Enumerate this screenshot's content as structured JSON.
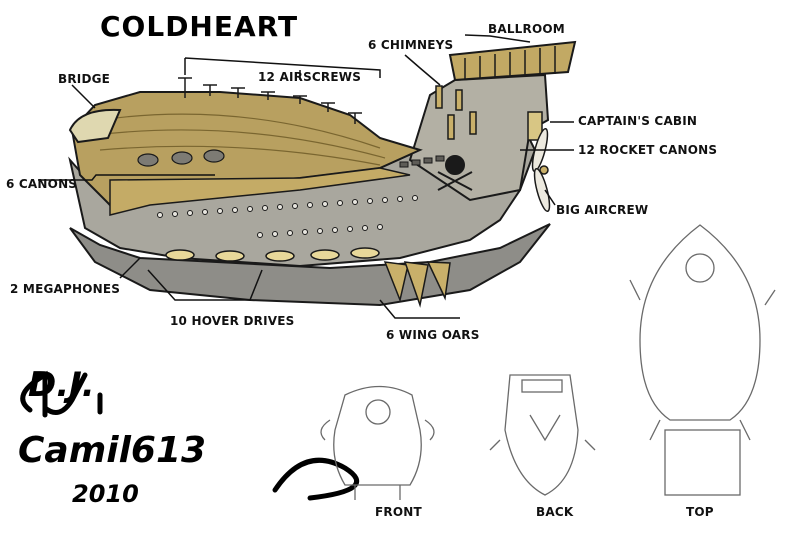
{
  "title": "COLDHEART",
  "labels": {
    "ballroom": "BALLROOM",
    "chimneys": "6 CHIMNEYS",
    "bridge": "BRIDGE",
    "airscrews": "12 AIRSCREWS",
    "captains_cabin": "CAPTAIN'S CABIN",
    "rocket_canons": "12 ROCKET CANONS",
    "canons": "6 CANONS",
    "big_aircrew": "BIG AIRCREW",
    "megaphones": "2 MEGAPHONES",
    "hover_drives": "10 HOVER DRIVES",
    "wing_oars": "6 WING OARS"
  },
  "views": {
    "front": "FRONT",
    "back": "BACK",
    "top": "TOP"
  },
  "signature": {
    "initials": "D.J.",
    "name": "Camil613",
    "year": "2010"
  },
  "colors": {
    "hull_gold": "#b8a060",
    "hull_grey": "#a9a79e",
    "blade_grey": "#8e8d88",
    "outline": "#1a1a1a",
    "sketch": "#6a6a6a"
  }
}
